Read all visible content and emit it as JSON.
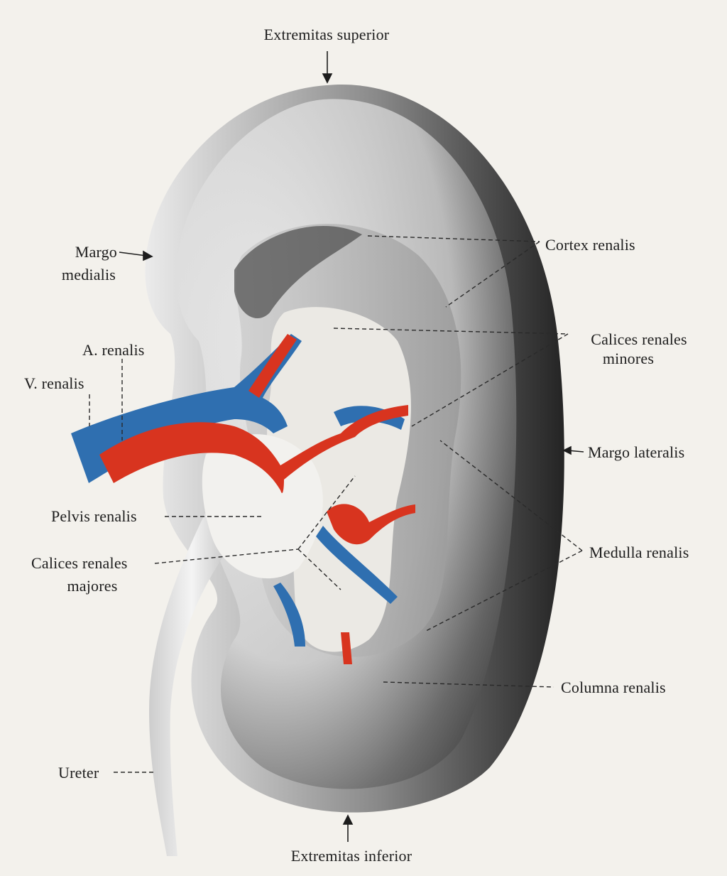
{
  "labels": {
    "extremitas_superior": "Extremitas superior",
    "cortex_renalis": "Cortex renalis",
    "margo_medialis_1": "Margo",
    "margo_medialis_2": "medialis",
    "calices_minores_1": "Calices renales",
    "calices_minores_2": "minores",
    "a_renalis": "A. renalis",
    "v_renalis": "V. renalis",
    "margo_lateralis": "Margo lateralis",
    "pelvis_renalis": "Pelvis renalis",
    "medulla_renalis": "Medulla renalis",
    "calices_majores_1": "Calices renales",
    "calices_majores_2": "majores",
    "columna_renalis": "Columna renalis",
    "ureter": "Ureter",
    "extremitas_inferior": "Extremitas inferior"
  },
  "colors": {
    "background": "#f3f1ec",
    "vein": "#2f6fb0",
    "artery": "#d8341f",
    "cortex_dark": "#3a3a3a",
    "tissue": "#e6e4df",
    "label_text": "#1d1d1d"
  },
  "icons": {
    "leader": "dashed-leader-line",
    "pointer": "arrow-pointer"
  }
}
